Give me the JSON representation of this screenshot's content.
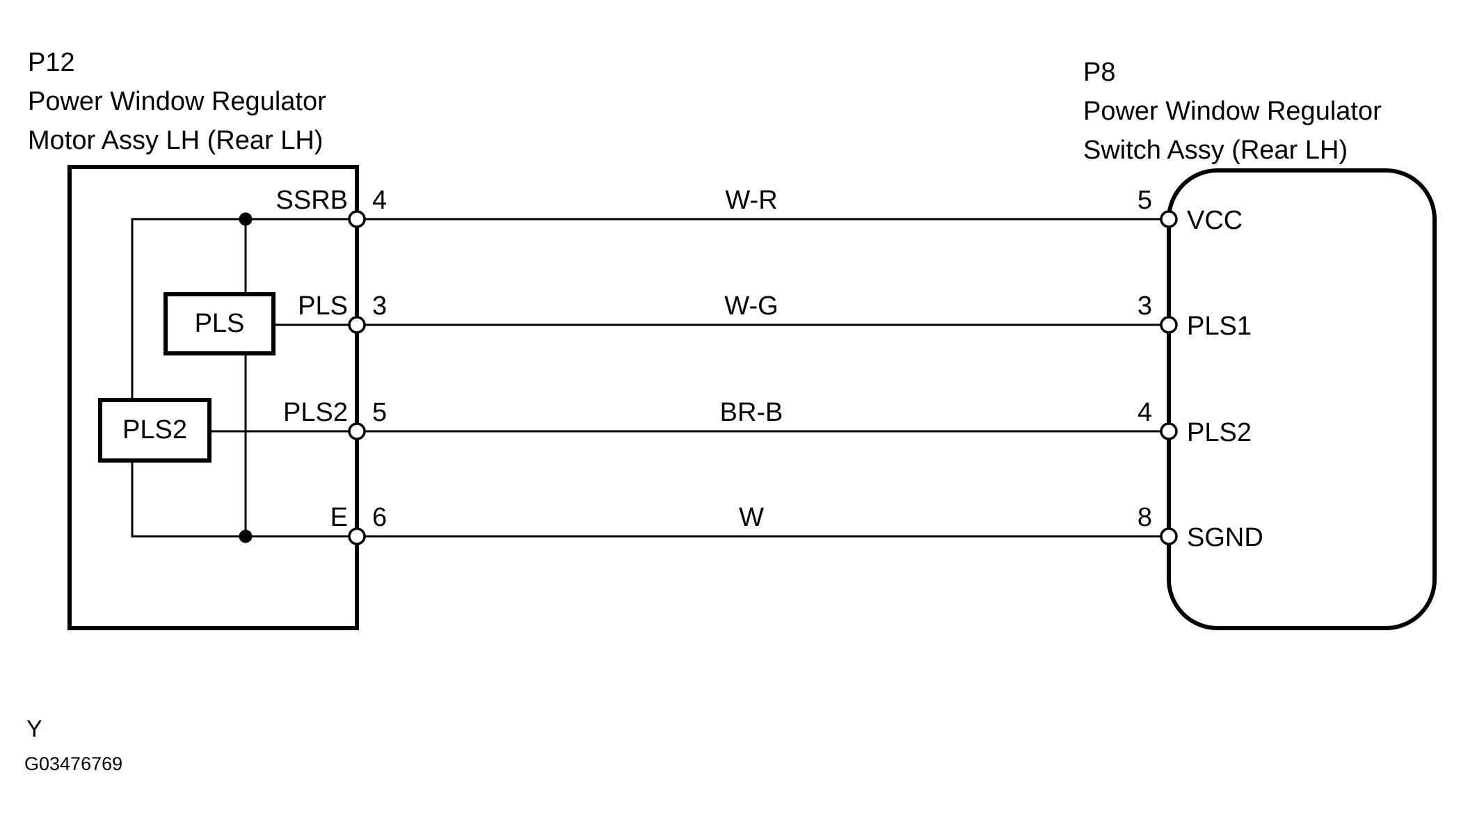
{
  "page": {
    "background_color": "#ffffff",
    "line_color": "#000000"
  },
  "left_connector": {
    "code": "P12",
    "name_line1": "Power Window Regulator",
    "name_line2": "Motor Assy LH (Rear LH)",
    "internal_components": {
      "pls_box_label": "PLS",
      "pls2_box_label": "PLS2"
    }
  },
  "right_connector": {
    "code": "P8",
    "name_line1": "Power Window Regulator",
    "name_line2": "Switch Assy (Rear LH)"
  },
  "wires": [
    {
      "left_pin_label": "SSRB",
      "left_pin": "4",
      "color_code": "W-R",
      "right_pin": "5",
      "right_pin_label": "VCC"
    },
    {
      "left_pin_label": "PLS",
      "left_pin": "3",
      "color_code": "W-G",
      "right_pin": "3",
      "right_pin_label": "PLS1"
    },
    {
      "left_pin_label": "PLS2",
      "left_pin": "5",
      "color_code": "BR-B",
      "right_pin": "4",
      "right_pin_label": "PLS2"
    },
    {
      "left_pin_label": "E",
      "left_pin": "6",
      "color_code": "W",
      "right_pin": "8",
      "right_pin_label": "SGND"
    }
  ],
  "footer": {
    "revision_mark": "Y",
    "drawing_number": "G03476769"
  }
}
